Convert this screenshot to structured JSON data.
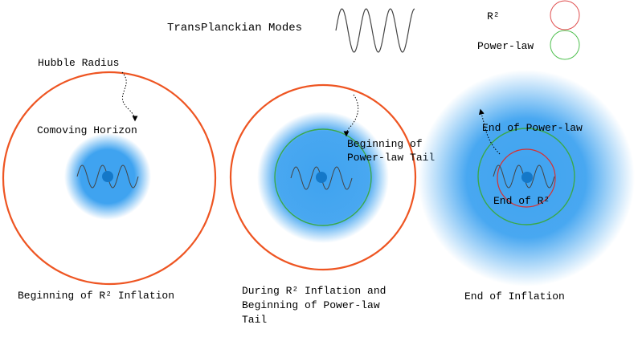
{
  "header": {
    "modes_label": "TransPlanckian Modes"
  },
  "legend": {
    "r2_label": "R²",
    "powerlaw_label": "Power-law",
    "r2_color": "#e05050",
    "powerlaw_color": "#50c050"
  },
  "colors": {
    "hubble_radius": "#ee5522",
    "comoving_glow": "#3fa3f0",
    "comoving_core": "#1478c8",
    "powerlaw_circle": "#3aa84a",
    "r2_circle": "#d83030",
    "wave": "#444444",
    "arrow": "#000000"
  },
  "panels": [
    {
      "caption_lines": [
        "Beginning of R² Inflation"
      ],
      "annotations": [
        "Hubble Radius",
        "Comoving Horizon"
      ]
    },
    {
      "caption_lines": [
        "During R² Inflation and",
        "Beginning of Power-law",
        "Tail"
      ],
      "annotations": [
        "Beginning of",
        "Power-law Tail"
      ]
    },
    {
      "caption_lines": [
        "End of Inflation"
      ],
      "annotations": [
        "End of Power-law",
        "End of R²"
      ]
    }
  ]
}
